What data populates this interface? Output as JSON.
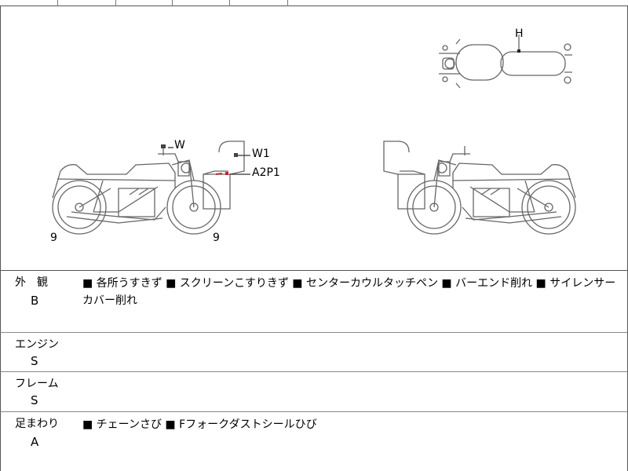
{
  "diagram": {
    "labels": {
      "top_h": "H",
      "left_w": "W",
      "left_w1": "W1",
      "left_a2p1": "A2P1",
      "left_rear_9": "9",
      "left_front_9": "9"
    }
  },
  "sections": [
    {
      "label": "外　観",
      "grade": "B",
      "notes": "■ 各所うすきず ■ スクリーンこすりきず ■ センターカウルタッチペン ■ バーエンド削れ ■ サイレンサーカバー削れ"
    },
    {
      "label": "エンジン",
      "grade": "S",
      "notes": ""
    },
    {
      "label": "フレーム",
      "grade": "S",
      "notes": ""
    },
    {
      "label": "足まわり",
      "grade": "A",
      "notes": "■ チェーンさび ■ Fフォークダストシールひび"
    }
  ]
}
